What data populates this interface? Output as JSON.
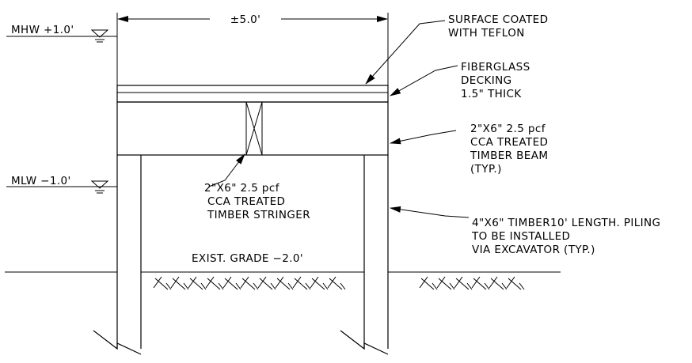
{
  "labels": {
    "dimension": "±5.0'",
    "mhw": "MHW +1.0'",
    "mlw": "MLW −1.0'",
    "grade": "EXIST. GRADE −2.0'",
    "surface": [
      "SURFACE COATED",
      "WITH TEFLON"
    ],
    "decking": [
      "FIBERGLASS",
      "DECKING",
      "1.5\" THICK"
    ],
    "beam": [
      "2\"X6\" 2.5 pcf",
      "CCA TREATED",
      "TIMBER BEAM",
      "(TYP.)"
    ],
    "stringer": [
      "2\"X6\" 2.5 pcf",
      "CCA TREATED",
      "TIMBER STRINGER"
    ],
    "piling": [
      "4\"X6\" TIMBER10' LENGTH. PILING",
      "TO BE INSTALLED",
      "VIA EXCAVATOR (TYP.)"
    ]
  }
}
